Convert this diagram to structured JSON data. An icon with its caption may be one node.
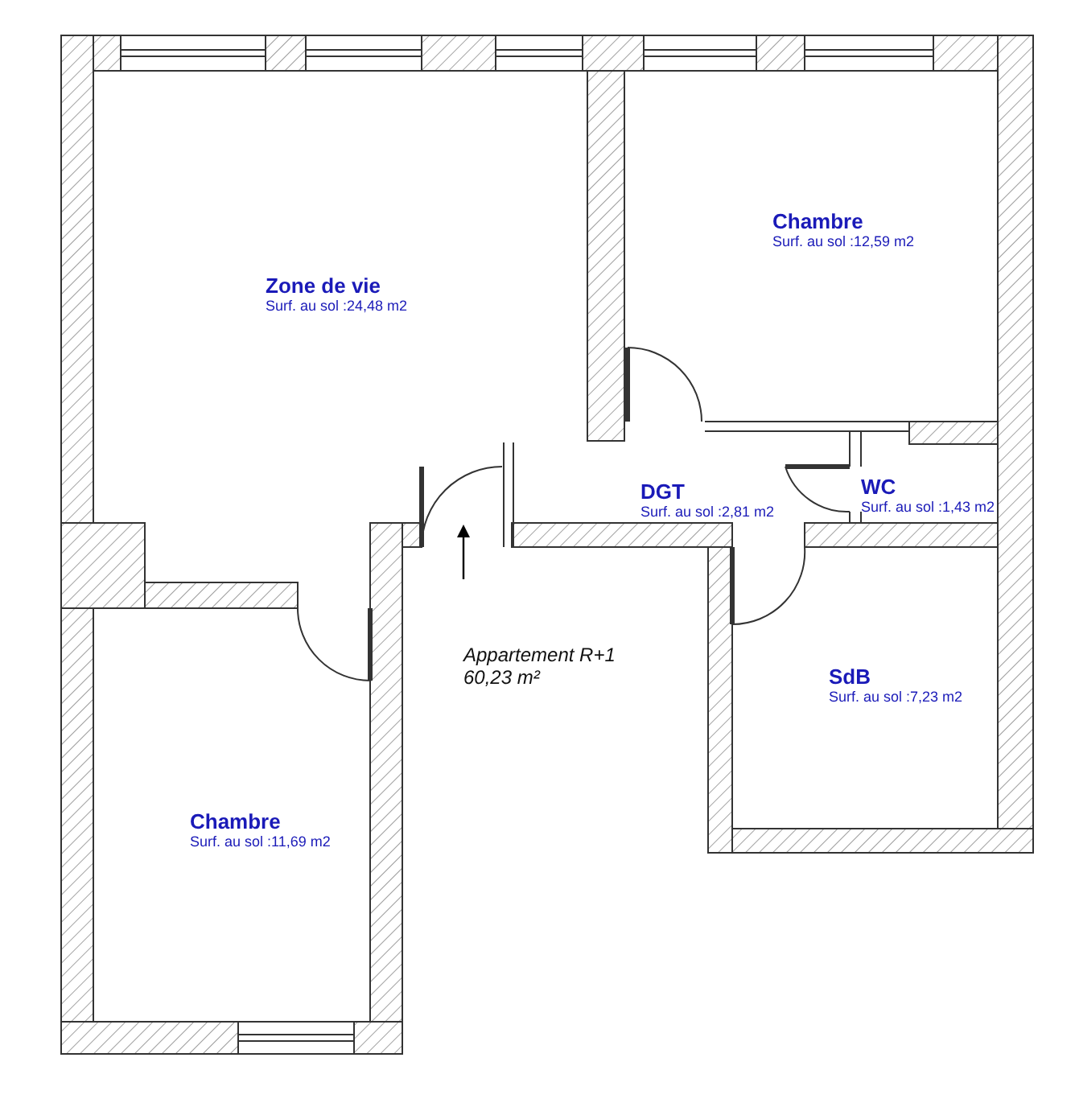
{
  "diagram": {
    "nodes": [
      {
        "text": [
          "Zone de vie",
          "Surf. au sol :24,48 m2"
        ]
      },
      {
        "text": [
          "Chambre",
          "Surf. au sol :12,59 m2"
        ]
      },
      {
        "text": [
          "DGT",
          "Surf. au sol :2,81 m2"
        ]
      },
      {
        "text": [
          "WC",
          "Surf. au sol :1,43 m2"
        ]
      },
      {
        "text": [
          "SdB",
          "Surf. au sol :7,23 m2"
        ]
      },
      {
        "text": [
          "Chambre",
          "Surf. au sol :11,69 m2"
        ]
      }
    ],
    "edges": [],
    "labels": [
      "Appartement R+1",
      "60,23 m²"
    ]
  }
}
